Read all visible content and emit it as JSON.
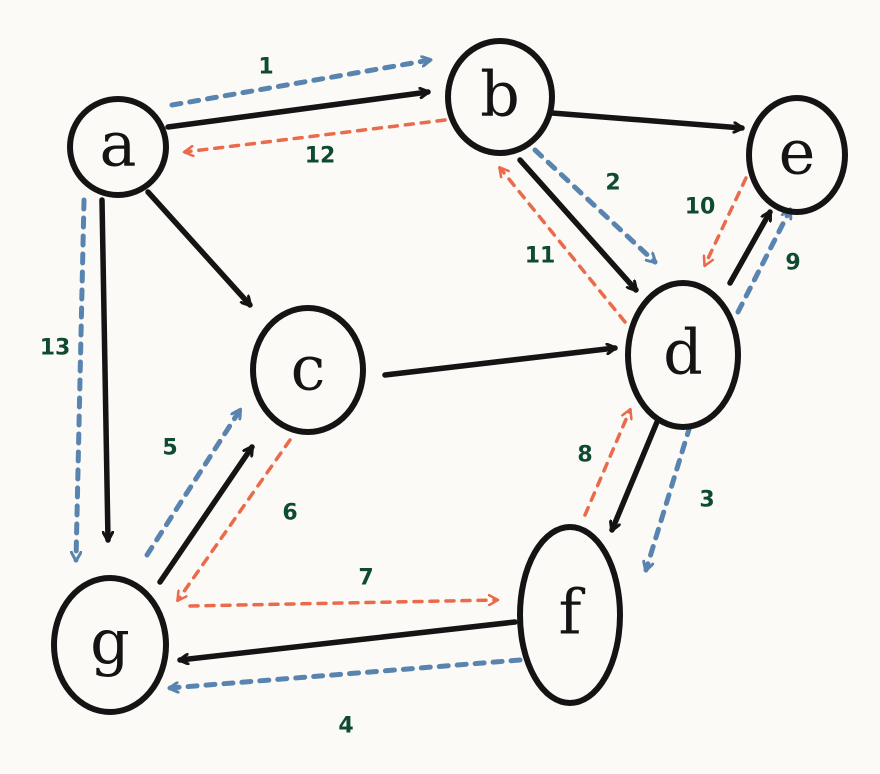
{
  "colors": {
    "ink": "#141414",
    "forward_traversal": "#5a84b0",
    "backtrack": "#ea6a4c",
    "step_label": "#0f4a32"
  },
  "nodes": [
    {
      "id": "a",
      "label": "a"
    },
    {
      "id": "b",
      "label": "b"
    },
    {
      "id": "c",
      "label": "c"
    },
    {
      "id": "d",
      "label": "d"
    },
    {
      "id": "e",
      "label": "e"
    },
    {
      "id": "f",
      "label": "f"
    },
    {
      "id": "g",
      "label": "g"
    }
  ],
  "edges": [
    {
      "from": "a",
      "to": "b"
    },
    {
      "from": "a",
      "to": "c"
    },
    {
      "from": "a",
      "to": "g"
    },
    {
      "from": "b",
      "to": "e"
    },
    {
      "from": "b",
      "to": "d"
    },
    {
      "from": "c",
      "to": "d"
    },
    {
      "from": "d",
      "to": "e"
    },
    {
      "from": "d",
      "to": "f"
    },
    {
      "from": "f",
      "to": "g"
    },
    {
      "from": "g",
      "to": "c"
    }
  ],
  "traversal": [
    {
      "step": "1",
      "from": "a",
      "to": "b",
      "kind": "forward"
    },
    {
      "step": "2",
      "from": "b",
      "to": "d",
      "kind": "forward"
    },
    {
      "step": "3",
      "from": "d",
      "to": "f",
      "kind": "forward"
    },
    {
      "step": "4",
      "from": "f",
      "to": "g",
      "kind": "forward"
    },
    {
      "step": "5",
      "from": "g",
      "to": "c",
      "kind": "forward"
    },
    {
      "step": "6",
      "from": "c",
      "to": "g",
      "kind": "backtrack"
    },
    {
      "step": "7",
      "from": "g",
      "to": "f",
      "kind": "backtrack"
    },
    {
      "step": "8",
      "from": "f",
      "to": "d",
      "kind": "backtrack"
    },
    {
      "step": "9",
      "from": "d",
      "to": "e",
      "kind": "forward"
    },
    {
      "step": "10",
      "from": "e",
      "to": "d",
      "kind": "backtrack"
    },
    {
      "step": "11",
      "from": "d",
      "to": "b",
      "kind": "backtrack"
    },
    {
      "step": "12",
      "from": "b",
      "to": "a",
      "kind": "backtrack"
    },
    {
      "step": "13",
      "from": "a",
      "to": "g",
      "kind": "forward"
    }
  ]
}
